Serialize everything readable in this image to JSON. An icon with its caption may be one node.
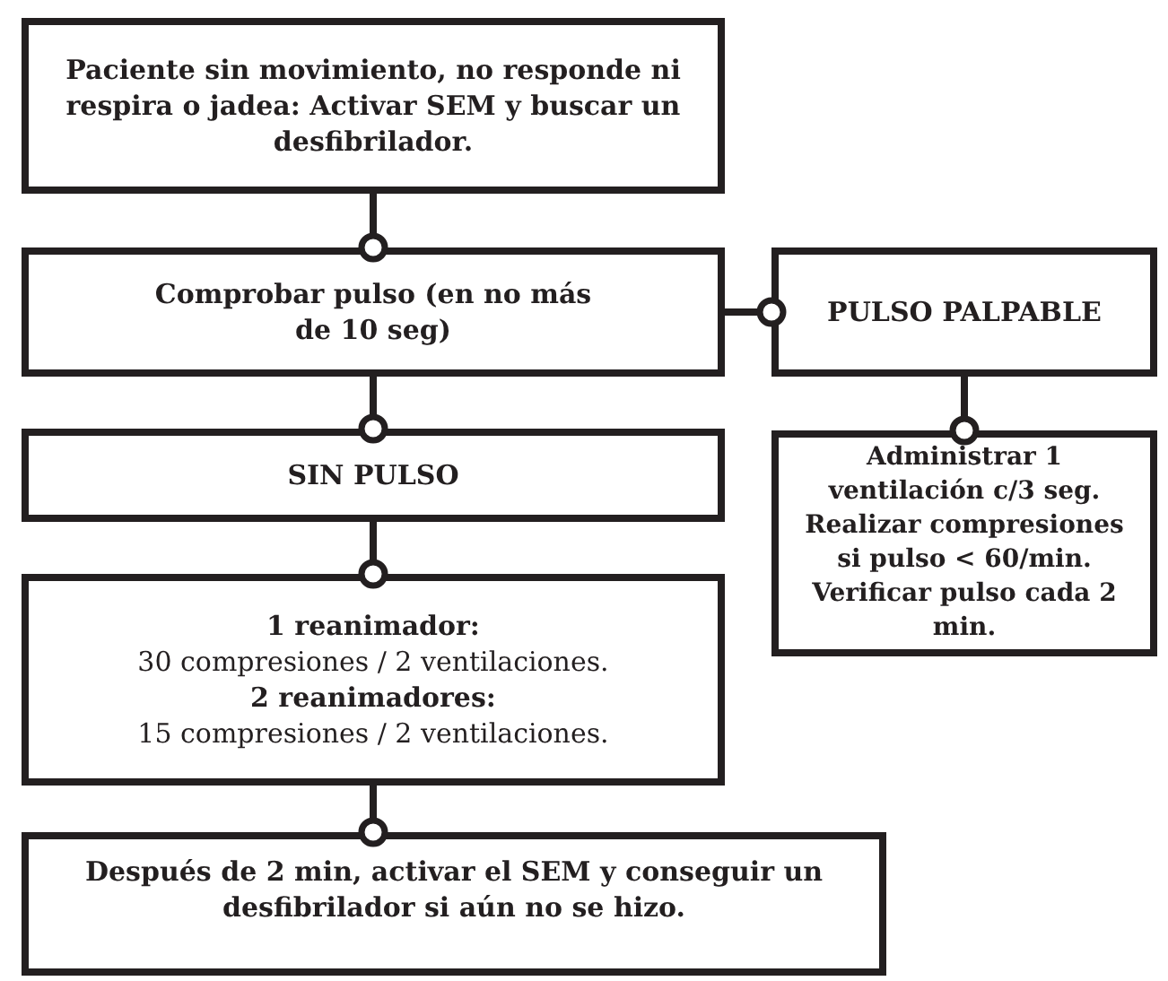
{
  "diagram": {
    "nodes": [
      {
        "text": [
          "Paciente sin movimiento, no responde ni respira o jadea: Activar SEM y buscar un desfibrilador."
        ]
      },
      {
        "text": [
          "Comprobar pulso (en no más de 10 seg)"
        ]
      },
      {
        "text": [
          "PULSO PALPABLE"
        ]
      },
      {
        "text": [
          "SIN PULSO"
        ]
      },
      {
        "text": [
          "**1 reanimador:**",
          "30 compresiones / 2 ventilaciones.",
          "**2 reanimadores:**",
          "15 compresiones / 2 ventilaciones."
        ]
      },
      {
        "text": [
          "Administrar 1 ventilación c/3 seg. Realizar compresiones si pulso < 60/min. Verificar pulso cada 2 min."
        ]
      },
      {
        "text": [
          "Después de 2 min, activar el SEM y conseguir un desfibrilador si aún no se hizo."
        ]
      }
    ],
    "edges": [
      {
        "from": 0,
        "to": 1,
        "arrow": "other"
      },
      {
        "from": 1,
        "to": 2,
        "arrow": "other"
      },
      {
        "from": 1,
        "to": 3,
        "arrow": "other"
      },
      {
        "from": 2,
        "to": 5,
        "arrow": "other"
      },
      {
        "from": 3,
        "to": 4,
        "arrow": "other"
      },
      {
        "from": 4,
        "to": 6,
        "arrow": "other"
      }
    ]
  }
}
